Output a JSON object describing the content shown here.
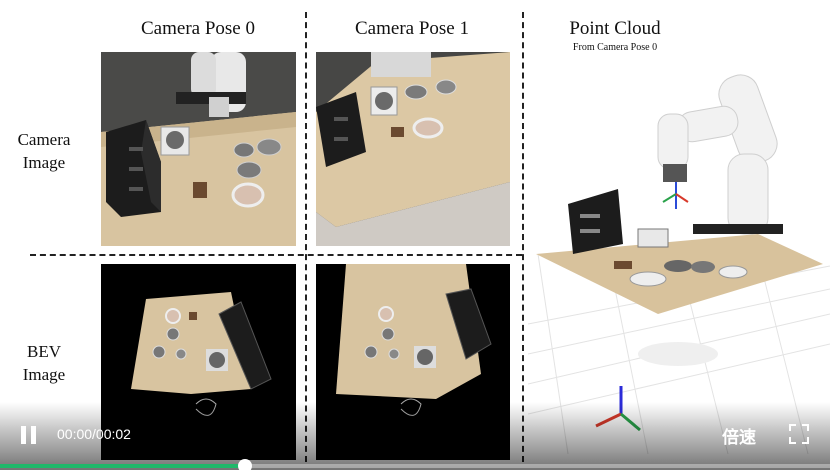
{
  "columns": {
    "pose0": "Camera Pose 0",
    "pose1": "Camera Pose 1",
    "cloud": "Point Cloud",
    "cloud_sub": "From Camera Pose 0"
  },
  "rows": {
    "camera_line1": "Camera",
    "camera_line2": "Image",
    "bev_line1": "BEV",
    "bev_line2": "Image"
  },
  "player": {
    "time": "00:00/00:02",
    "speed_label": "倍速",
    "progress": 0.295,
    "icons": {
      "pause": "pause-icon",
      "fullscreen": "fullscreen-icon"
    },
    "colors": {
      "progress": "#1fb86a"
    }
  }
}
